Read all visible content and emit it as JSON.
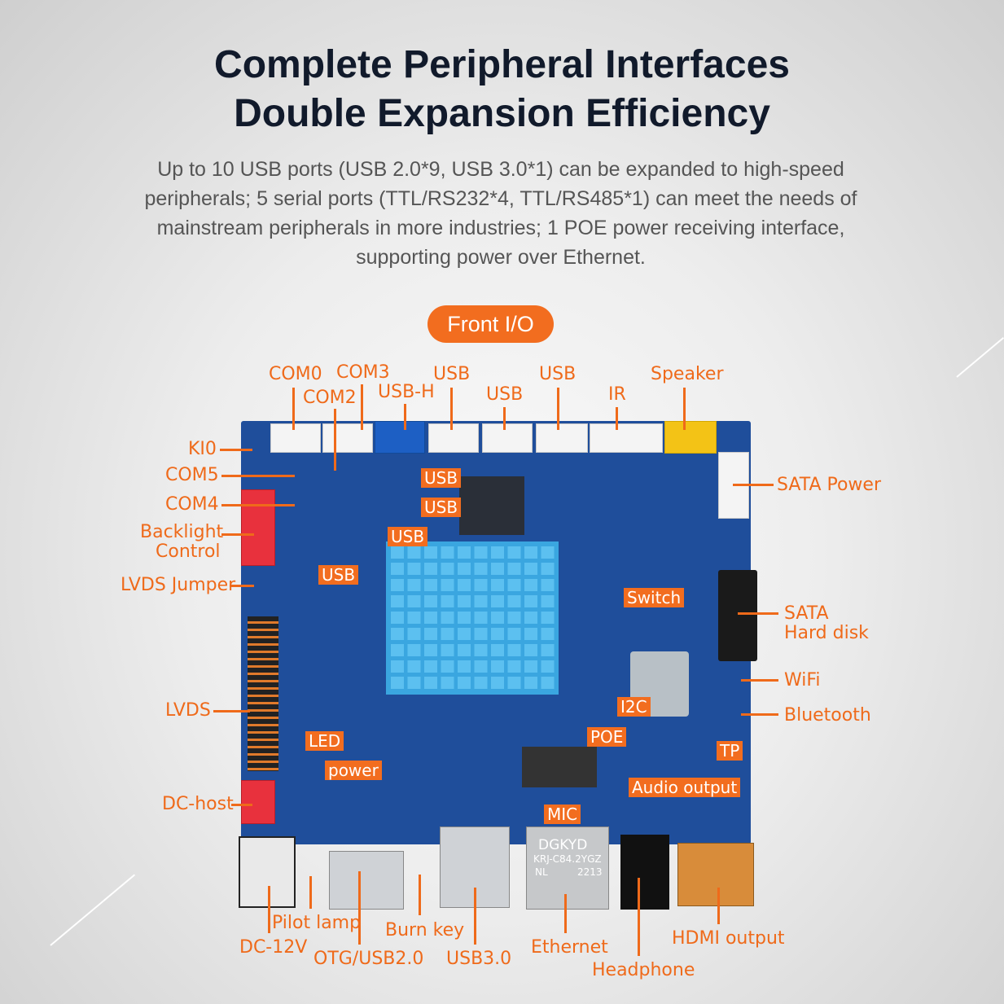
{
  "header": {
    "title_line1": "Complete Peripheral Interfaces",
    "title_line2": "Double Expansion Efficiency",
    "description": "Up to 10 USB ports (USB 2.0*9, USB 3.0*1) can be expanded to high-speed peripherals; 5 serial ports (TTL/RS232*4, TTL/RS485*1) can meet the needs of mainstream peripherals in more industries; 1 POE power receiving interface, supporting power over Ethernet."
  },
  "section_badge": "Front I/O",
  "colors": {
    "accent": "#f26d1f",
    "board": "#1f4e9b",
    "title": "#111a2b",
    "text": "#555555"
  },
  "labels": {
    "com0": "COM0",
    "com3": "COM3",
    "com2": "COM2",
    "usb_h": "USB-H",
    "usb_top1": "USB",
    "usb_top2": "USB",
    "usb_top3": "USB",
    "ir": "IR",
    "speaker": "Speaker",
    "kio": "KI0",
    "com5": "COM5",
    "com4": "COM4",
    "backlight_l1": "Backlight",
    "backlight_l2": "Control",
    "lvds_jumper": "LVDS Jumper",
    "lvds": "LVDS",
    "dc_host": "DC-host",
    "sata_power": "SATA Power",
    "sata_l1": "SATA",
    "sata_l2": "Hard disk",
    "wifi": "WiFi",
    "bluetooth": "Bluetooth",
    "pilot_lamp": "Pilot lamp",
    "dc12v": "DC-12V",
    "otg": "OTG/USB2.0",
    "burn_key": "Burn key",
    "usb30": "USB3.0",
    "ethernet": "Ethernet",
    "headphone": "Headphone",
    "hdmi": "HDMI output"
  },
  "tags": {
    "usb_a": "USB",
    "usb_b": "USB",
    "usb_c": "USB",
    "usb_d": "USB",
    "switch": "Switch",
    "i2c": "I2C",
    "poe": "POE",
    "tp": "TP",
    "audio": "Audio output",
    "mic": "MIC",
    "led": "LED",
    "power": "power"
  },
  "board_text": {
    "rj45_brand": "DGKYD",
    "rj45_model": "KRJ-C84.2YGZ",
    "rj45_nl": "NL",
    "rj45_code": "2213"
  }
}
